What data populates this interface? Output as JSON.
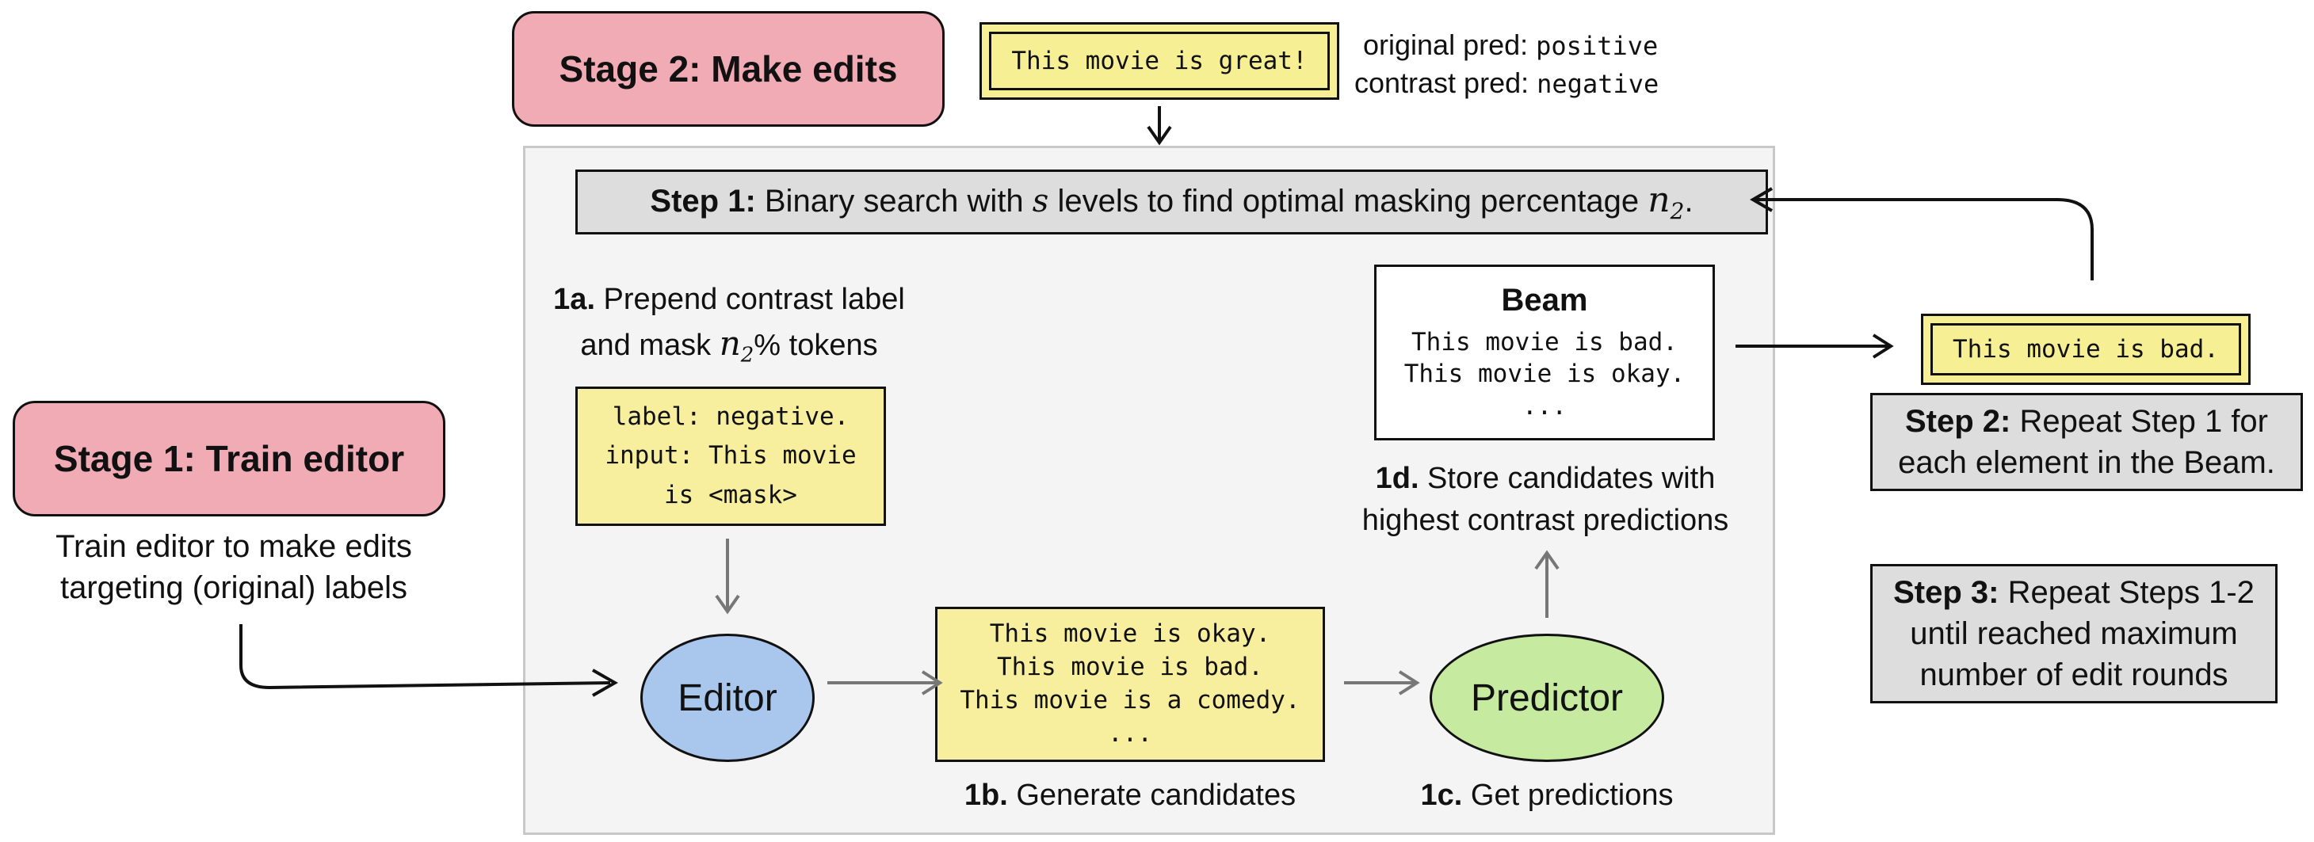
{
  "stage2": {
    "label": "Stage 2: Make edits"
  },
  "stage1": {
    "label": "Stage 1: Train editor",
    "desc_line1": "Train editor to make edits",
    "desc_line2": "targeting (original) labels"
  },
  "input_example": {
    "text": "This movie is great!"
  },
  "preds": {
    "original_label": "original pred:",
    "original_value": "positive",
    "contrast_label": "contrast pred:",
    "contrast_value": "negative"
  },
  "step1": {
    "bold": "Step 1:",
    "text_a": " Binary search with ",
    "var_s": "s",
    "text_b": " levels to find optimal masking percentage ",
    "var_n": "n",
    "sub": "2",
    "end": "."
  },
  "step1a": {
    "bold": "1a.",
    "line1": " Prepend contrast label",
    "line2_a": "and mask ",
    "var_n": "n",
    "sub": "2",
    "line2_b": "% tokens"
  },
  "masked_input": {
    "line1": "label: negative.",
    "line2": "input: This movie",
    "line3": "is <mask>"
  },
  "editor": {
    "label": "Editor"
  },
  "candidates": {
    "line1": "This movie is okay.",
    "line2": "This movie is bad.",
    "line3": "This movie is a comedy.",
    "line4": "..."
  },
  "step1b": {
    "bold": "1b.",
    "text": " Generate candidates"
  },
  "predictor": {
    "label": "Predictor"
  },
  "step1c": {
    "bold": "1c.",
    "text": " Get predictions"
  },
  "beam": {
    "title": "Beam",
    "line1": "This movie is bad.",
    "line2": "This movie is okay.",
    "line3": "..."
  },
  "step1d": {
    "bold": "1d.",
    "line1": " Store candidates with",
    "line2": "highest contrast predictions"
  },
  "output_example": {
    "text": "This movie is bad."
  },
  "step2": {
    "bold": "Step 2:",
    "line1": " Repeat Step 1 for",
    "line2": "each element in the Beam."
  },
  "step3": {
    "bold": "Step 3:",
    "line1": " Repeat Steps 1-2",
    "line2": "until reached maximum",
    "line3": "number of edit rounds"
  },
  "colors": {
    "stage": "#f0abb5",
    "yellow": "#f7ef93",
    "gray_box": "#dddddd",
    "panel": "#f4f4f4",
    "editor": "#a9c6ec",
    "predictor": "#c6ea9f"
  }
}
